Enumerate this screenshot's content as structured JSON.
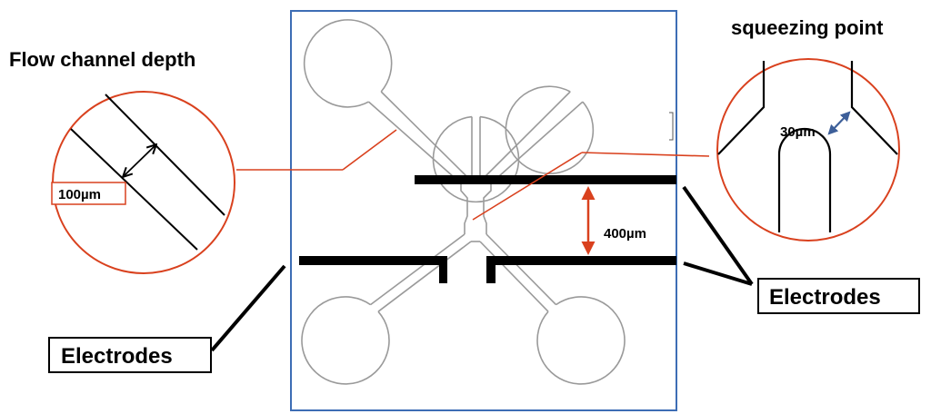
{
  "headings": {
    "flow_channel_depth": "Flow channel depth",
    "squeezing_point": "squeezing point"
  },
  "labels": {
    "depth": "100µm",
    "gap": "400µm",
    "squeeze_width": "30µm"
  },
  "electrode_labels": {
    "right": "Electrodes",
    "left": "Electrodes"
  },
  "colors": {
    "chip_border": "#3d6db5",
    "callout_line": "#d9411e",
    "gap_arrow": "#d9411e",
    "squeeze_arrow": "#3d5f99",
    "channel_outline": "#9a9a9a"
  }
}
